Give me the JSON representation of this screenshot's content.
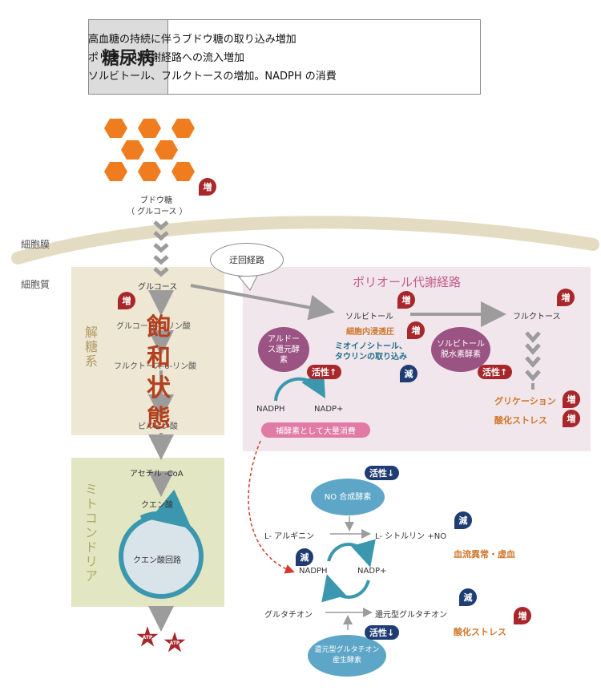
{
  "header": {
    "tag": "糖尿病",
    "lines": [
      "高血糖の持続に伴うブドウ糖の取り込み増加",
      "ポリオール代謝経路への流入増加",
      "ソルビトール、フルクトースの増加。NADPH の消費"
    ]
  },
  "labels": {
    "glucose_name": "ブドウ糖",
    "glucose_paren": "（ グルコース ）",
    "membrane": "細胞膜",
    "cytoplasm": "細胞質",
    "detour": "迂回経路",
    "polyol_title": "ポリオール代謝経路",
    "glycolysis": "解糖系",
    "mito": "ミトコンドリア",
    "saturation": [
      "飽",
      "和",
      "状",
      "態"
    ],
    "glucose": "グルコース",
    "g6p": "グルコース-6-リン酸",
    "f6p": "フルクトース-6-リン酸",
    "pyruvate": "ピルビン酸",
    "acetyl": "アセチル -CoA",
    "citrate": "クエン酸",
    "tca": "クエン酸回路",
    "atp": "ATP",
    "sorbitol": "ソルビトール",
    "fructose": "フルクトース",
    "osmotic": "細胞内浸透圧",
    "myo": "ミオイノシトール、",
    "taurine": "タウリンの取り込み",
    "aldose": "アルドース還元酵素",
    "sdh": "ソルビトール脱水素酵素",
    "nadph": "NADPH",
    "nadp": "NADP+",
    "coenzyme": "補酵素として大量消費",
    "glycation": "グリケーション",
    "oxidative": "酸化ストレス",
    "nos": "NO 合成酵素",
    "arginine": "L- アルギニン",
    "citrulline": "L- シトルリン +NO",
    "blood": "血流異常・虚血",
    "glutathione": "グルタチオン",
    "reduced_gsh": "還元型グルタチオン",
    "gsh_enzyme": "還元型グルタチオン産生酵素",
    "oxidative2": "酸化ストレス"
  },
  "badges": {
    "up": "増",
    "down": "減",
    "active_up": "活性↑",
    "active_down": "活性↓"
  },
  "colors": {
    "hexagon": "#ef7d1f",
    "membrane": "#e3dcc2",
    "bubble_purple": "#9b5384",
    "bubble_blue": "#5da6c8",
    "badge_up": "#a8272b",
    "badge_down": "#1f3c73",
    "pink_pill": "#e27aa6",
    "cycle": "#3a97ad"
  }
}
